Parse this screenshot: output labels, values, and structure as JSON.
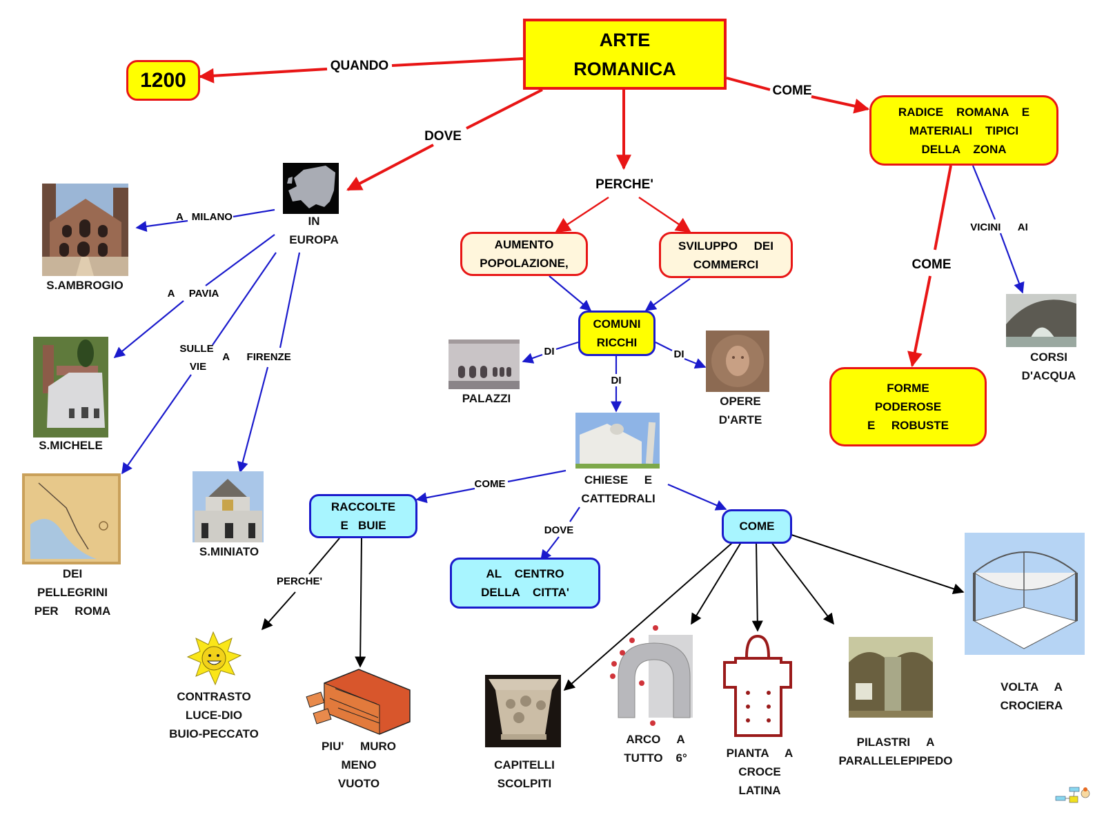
{
  "colors": {
    "red_link": "#e81515",
    "blue_link": "#1a1acc",
    "black_link": "#000000",
    "yellow_fill": "#ffff00",
    "cream_fill": "#fff6dc",
    "cyan_fill": "#a8f5ff"
  },
  "nodes": {
    "root": {
      "lines": [
        "ARTE",
        "ROMANICA"
      ]
    },
    "year": {
      "lines": [
        "1200"
      ]
    },
    "origins": {
      "lines": [
        "RADICE    ROMANA    E",
        "MATERIALI    TIPICI",
        "DELLA    ZONA"
      ]
    },
    "forms": {
      "lines": [
        "FORME",
        "PODEROSE",
        "E     ROBUSTE"
      ]
    },
    "population": {
      "lines": [
        "AUMENTO",
        "POPOLAZIONE,"
      ]
    },
    "trade": {
      "lines": [
        "SVILUPPO     DEI",
        "COMMERCI"
      ]
    },
    "communes": {
      "lines": [
        "COMUNI",
        "RICCHI"
      ]
    },
    "gathered": {
      "lines": [
        "RACCOLTE",
        "E   BUIE"
      ]
    },
    "center": {
      "lines": [
        "AL    CENTRO",
        "DELLA    CITTA'"
      ]
    },
    "how": {
      "lines": [
        "COME"
      ]
    }
  },
  "captions": {
    "europe": "IN\nEUROPA",
    "ambrogio": "S.AMBROGIO",
    "michele": "S.MICHELE",
    "pilgrims": "DEI\nPELLEGRINI\nPER     ROMA",
    "miniato": "S.MINIATO",
    "palazzi": "PALAZZI",
    "artworks": "OPERE\nD'ARTE",
    "churches": "CHIESE     E\nCATTEDRALI",
    "rivers": "CORSI\nD'ACQUA",
    "contrast": "CONTRASTO\nLUCE-DIO\nBUIO-PECCATO",
    "wall": "PIU'     MURO\nMENO\nVUOTO",
    "capitals": "CAPITELLI\nSCOLPITI",
    "arch": "ARCO     A\nTUTTO    6°",
    "plan": "PIANTA     A\nCROCE\nLATINA",
    "pillars": "PILASTRI     A\nPARALLELEPIPEDO",
    "vault": "VOLTA     A\nCROCIERA"
  },
  "links": {
    "quando": "QUANDO",
    "dove": "DOVE",
    "perche": "PERCHE'",
    "come_top": "COME",
    "come_forms": "COME",
    "vicini": "VICINI      AI",
    "milano": "A   MILANO",
    "pavia": "A     PAVIA",
    "sulle_vie": "SULLE\nVIE",
    "firenze": "A      FIRENZE",
    "di_left": "DI",
    "di_right": "DI",
    "di_down": "DI",
    "come_churches": "COME",
    "dove_churches": "DOVE",
    "perche_dark": "PERCHE'"
  },
  "images": {
    "europe": "europe-map-image",
    "ambrogio": "sant-ambrogio-photo",
    "michele": "san-michele-photo",
    "pilgrims": "pilgrim-routes-map",
    "miniato": "san-miniato-photo",
    "palazzi": "palazzo-photo",
    "artworks": "sculpted-face-photo",
    "churches": "pisa-cathedral-photo",
    "rivers": "stone-bridge-photo",
    "sun": "smiling-sun-icon",
    "bricks": "brick-wall-icon",
    "capitals": "sculpted-capital-photo",
    "arch": "round-arch-diagram",
    "plan": "latin-cross-plan-diagram",
    "pillars": "crypt-pillars-photo",
    "vault": "cross-vault-diagram",
    "logo": "cmap-logo-icon"
  }
}
